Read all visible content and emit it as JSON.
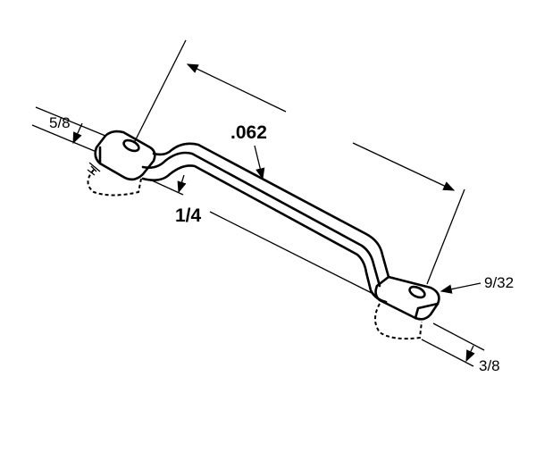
{
  "dimensions": {
    "foot_width": "5/8",
    "thickness": ".062",
    "height": "1/4",
    "hole_diameter": "9/32",
    "foot_length": "3/8"
  },
  "colors": {
    "line": "#000000",
    "background": "#ffffff"
  }
}
